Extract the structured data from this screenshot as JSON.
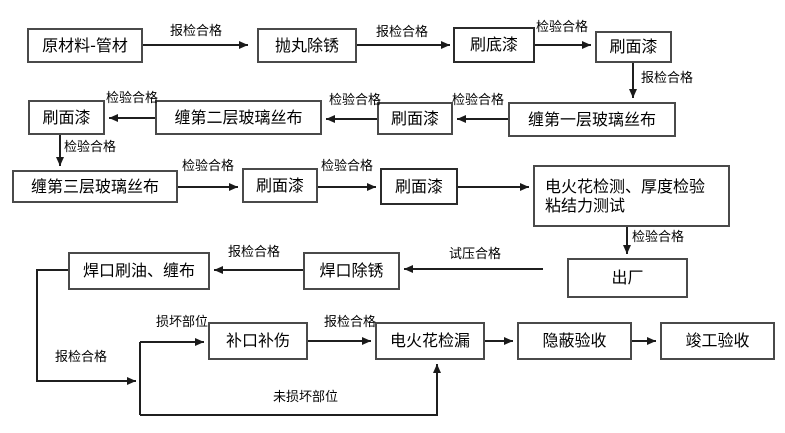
{
  "diagram": {
    "type": "flowchart",
    "background_color": "#ffffff",
    "line_color": "#1f1f1f",
    "box_border_color": "#4a4a4a",
    "nodes": {
      "raw_material": "原材料-管材",
      "shot_blasting": "抛丸除锈",
      "primer_coat": "刷底漆",
      "top_coat_1": "刷面漆",
      "wrap_layer_1": "缠第一层玻璃丝布",
      "top_coat_2": "刷面漆",
      "wrap_layer_2": "缠第二层玻璃丝布",
      "top_coat_3": "刷面漆",
      "wrap_layer_3": "缠第三层玻璃丝布",
      "top_coat_4": "刷面漆",
      "top_coat_5": "刷面漆",
      "spark_thickness_test_line1": "电火花检测、厚度检验",
      "spark_thickness_test_line2": "粘结力测试",
      "leave_factory": "出厂",
      "weld_joint_derust": "焊口除锈",
      "weld_joint_oil_wrap": "焊口刷油、缠布",
      "joint_repair": "补口补伤",
      "spark_leak_test": "电火花检漏",
      "concealed_acceptance": "隐蔽验收",
      "completion_acceptance": "竣工验收"
    },
    "edge_labels": {
      "raw_to_blast": "报检合格",
      "blast_to_primer": "报检合格",
      "primer_to_topcoat1": "检验合格",
      "topcoat1_to_wrap1": "报检合格",
      "wrap1_to_topcoat2": "检验合格",
      "topcoat2_to_wrap2": "检验合格",
      "wrap2_to_topcoat3": "检验合格",
      "topcoat3_to_wrap3": "检验合格",
      "wrap3_to_topcoat4": "检验合格",
      "topcoat4_to_topcoat5": "检验合格",
      "sparktest_to_factory": "检验合格",
      "pressure_test_to_weld_derust": "试压合格",
      "weld_derust_to_oil_wrap": "报检合格",
      "oil_wrap_loop": "报检合格",
      "damaged_branch": "损坏部位",
      "repair_to_leak_test": "报检合格",
      "undamaged_branch": "未损坏部位"
    }
  }
}
